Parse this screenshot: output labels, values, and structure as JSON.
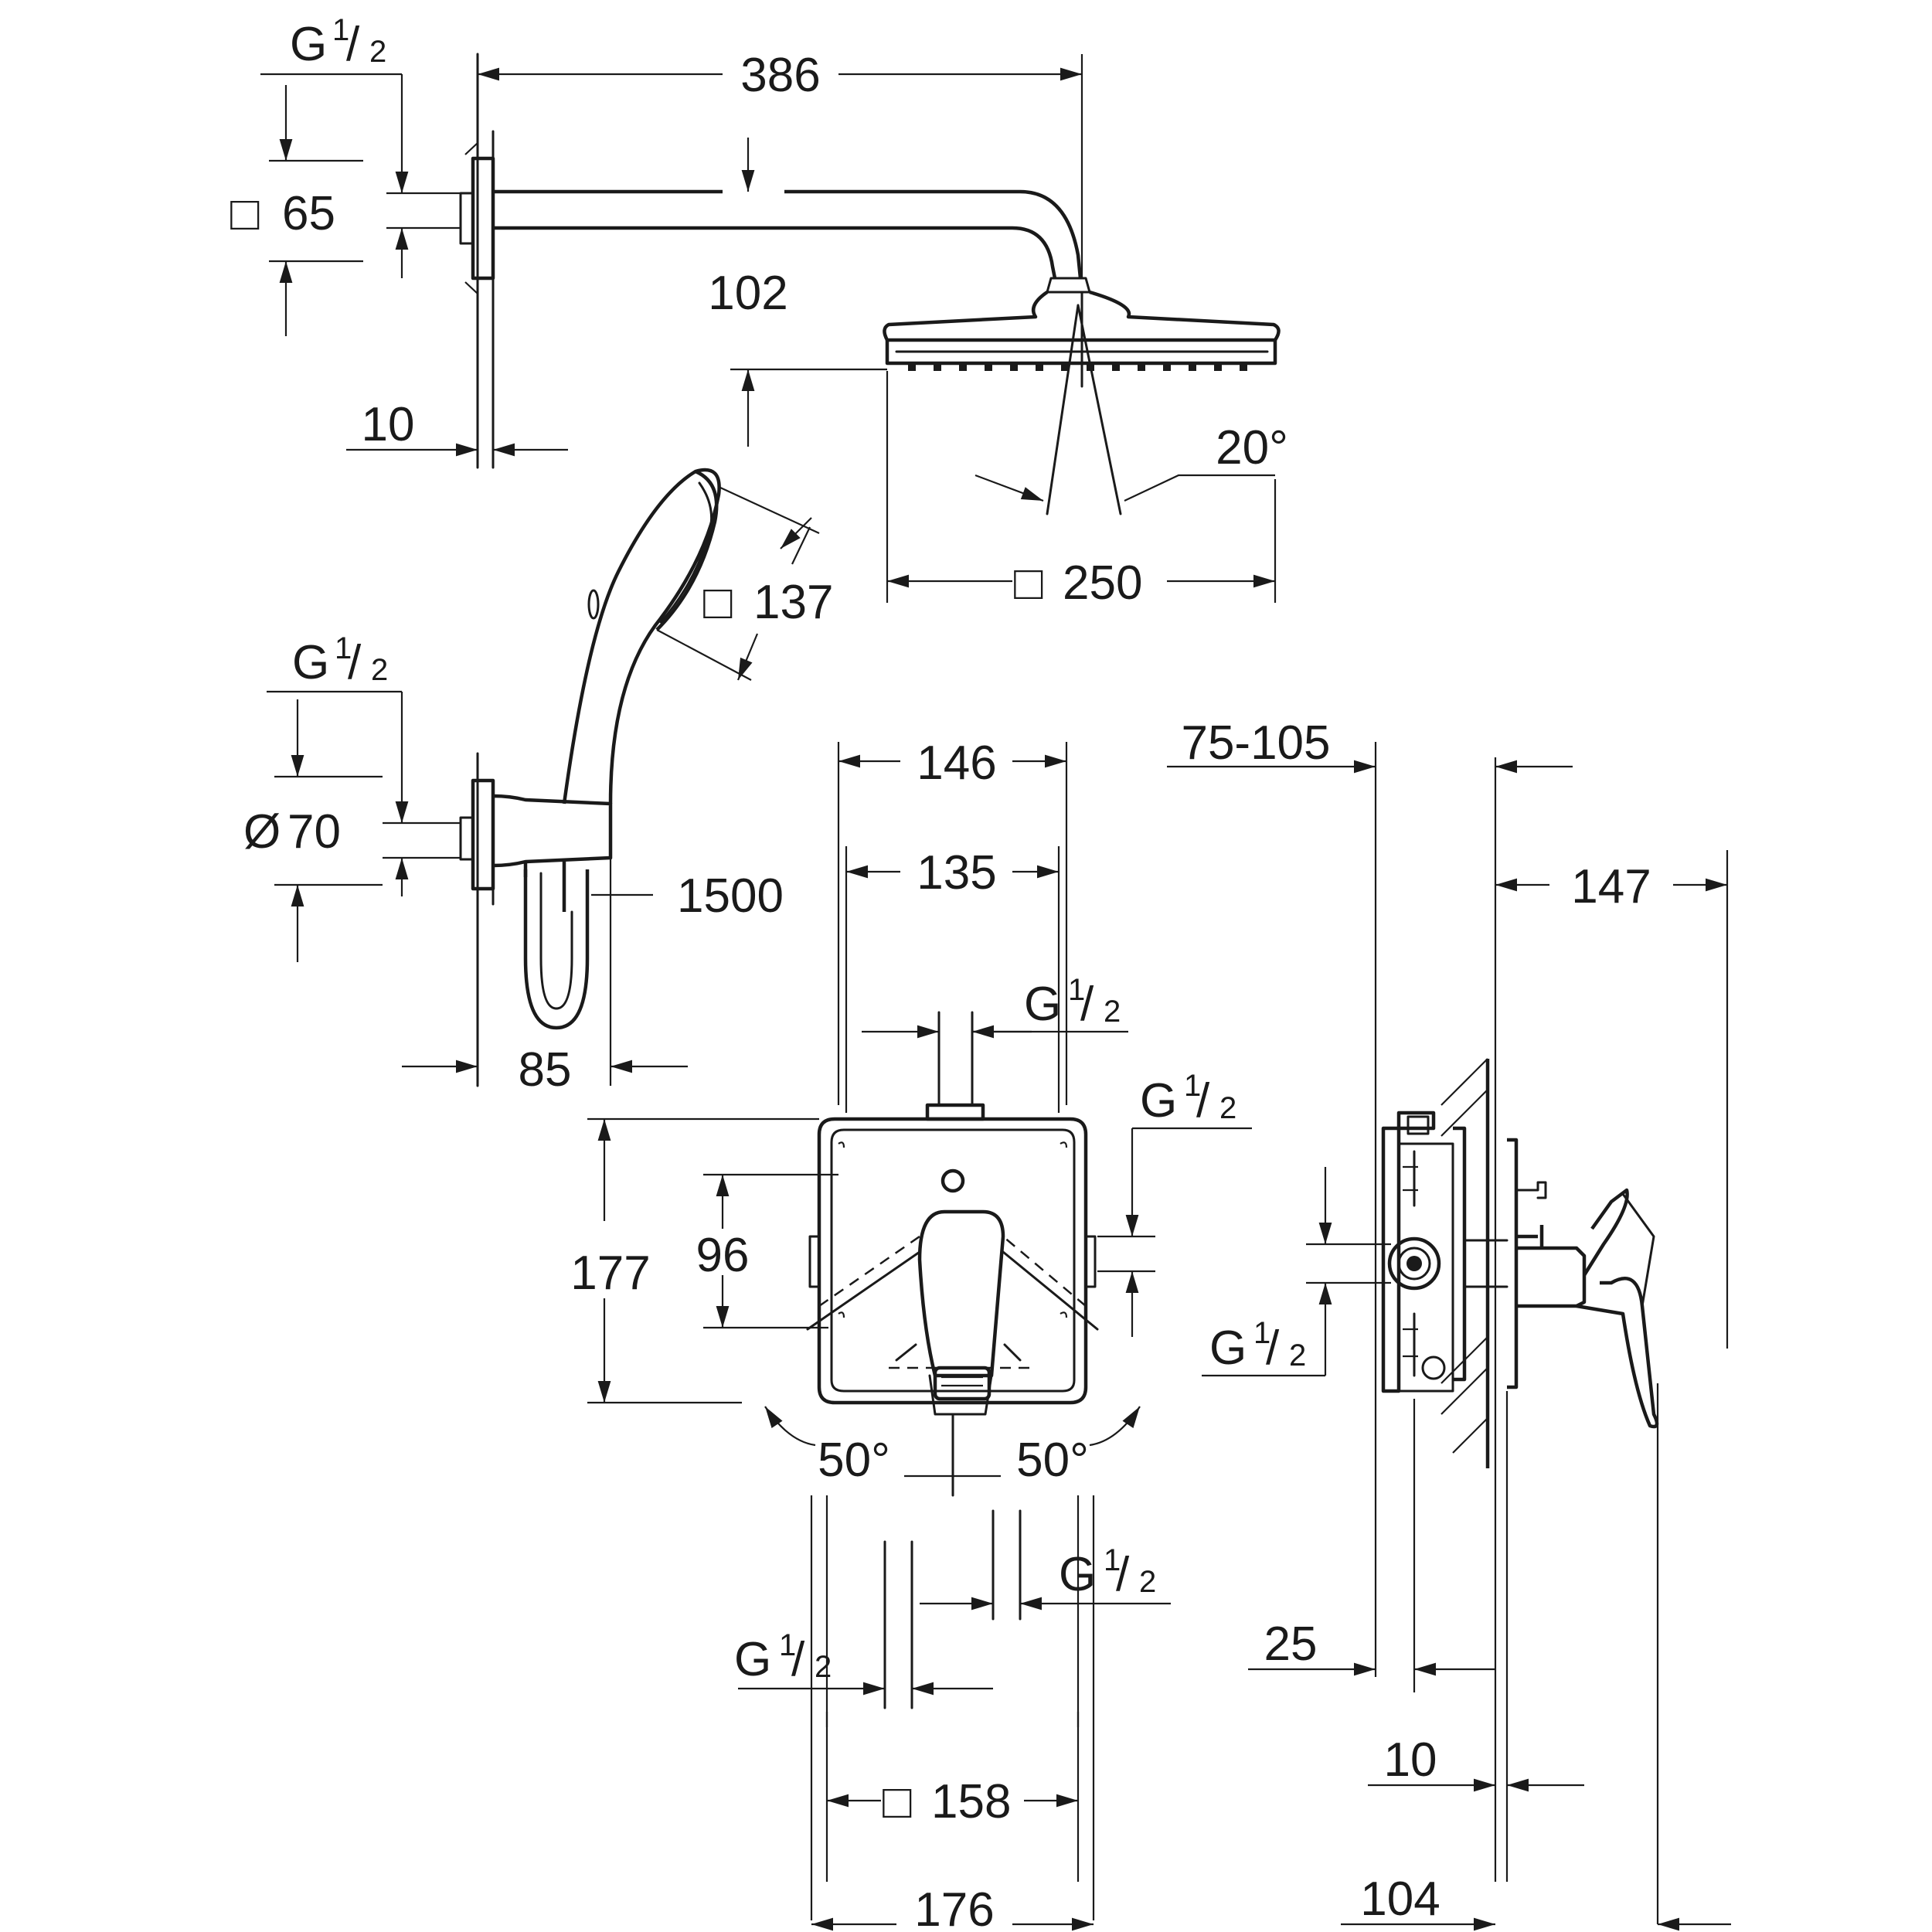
{
  "dimensions": {
    "d386": "386",
    "g_top": "G",
    "sq65": "65",
    "d102": "102",
    "d10_top": "10",
    "d20deg": "20°",
    "sq250": "250",
    "sq137": "137",
    "g_hand": "G",
    "dia70": "70",
    "d1500": "1500",
    "d85": "85",
    "d146": "146",
    "d135": "135",
    "g_mix_top": "G",
    "g_mix_right": "G",
    "d177": "177",
    "d96": "96",
    "d50_left": "50°",
    "d50_right": "50°",
    "g_bottom_right": "G",
    "g_bottom_left": "G",
    "sq158": "158",
    "d176": "176",
    "d75_105": "75-105",
    "d147": "147",
    "g_side": "G",
    "d25": "25",
    "d10_side": "10",
    "d104": "104"
  },
  "symbols": {
    "square": "□",
    "diameter": "Ø",
    "fraction_num": "1",
    "fraction_den": "2",
    "slash": "/"
  }
}
